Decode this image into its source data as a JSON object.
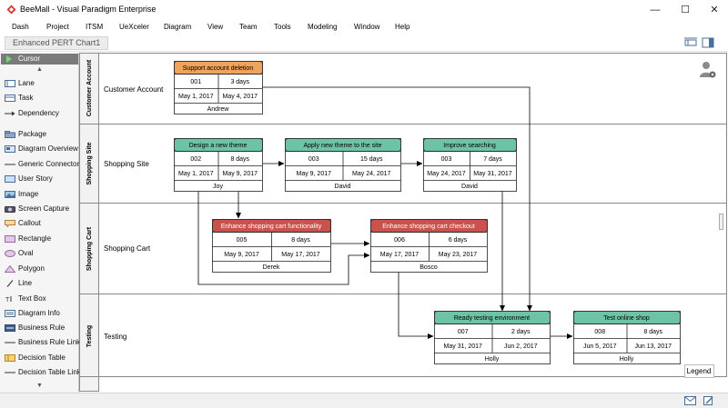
{
  "window": {
    "title": "BeeMall - Visual Paradigm Enterprise",
    "minimize": "—",
    "maximize": "☐",
    "close": "✕"
  },
  "menu": [
    "Dash",
    "Project",
    "ITSM",
    "UeXceler",
    "Diagram",
    "View",
    "Team",
    "Tools",
    "Modeling",
    "Window",
    "Help"
  ],
  "breadcrumb": {
    "chart_tab": "Enhanced PERT Chart1"
  },
  "palette": {
    "cursor": "Cursor",
    "items": [
      "Lane",
      "Task",
      "Dependency",
      "Package",
      "Diagram Overview",
      "Generic Connector",
      "User Story",
      "Image",
      "Screen Capture",
      "Callout",
      "Rectangle",
      "Oval",
      "Polygon",
      "Line",
      "Text Box",
      "Diagram Info",
      "Business Rule",
      "Business Rule Link",
      "Decision Table",
      "Decision Table Link"
    ]
  },
  "lanes": [
    {
      "label": "Customer Account",
      "name": "Customer Account"
    },
    {
      "label": "Shopping Site",
      "name": "Shopping Site"
    },
    {
      "label": "Shopping Cart",
      "name": "Shopping Cart"
    },
    {
      "label": "Testing",
      "name": "Testing"
    }
  ],
  "tasks": [
    {
      "title": "Support account deletion",
      "id": "001",
      "duration": "3 days",
      "start": "May 1, 2017",
      "end": "May 4, 2017",
      "owner": "Andrew",
      "color": "#f0a35a"
    },
    {
      "title": "Design a new theme",
      "id": "002",
      "duration": "8 days",
      "start": "May 1, 2017",
      "end": "May 9, 2017",
      "owner": "Joy",
      "color": "#6dc4a4"
    },
    {
      "title": "Apply new theme to the site",
      "id": "003",
      "duration": "15 days",
      "start": "May 9, 2017",
      "end": "May 24, 2017",
      "owner": "David",
      "color": "#6dc4a4"
    },
    {
      "title": "Improve searching",
      "id": "003",
      "duration": "7 days",
      "start": "May 24, 2017",
      "end": "May 31, 2017",
      "owner": "David",
      "color": "#6dc4a4"
    },
    {
      "title": "Enhance shopping cart functionality",
      "id": "005",
      "duration": "8 days",
      "start": "May 9, 2017",
      "end": "May 17, 2017",
      "owner": "Derek",
      "color": "#c9524d"
    },
    {
      "title": "Enhance shopping cart checkout",
      "id": "006",
      "duration": "6 days",
      "start": "May 17, 2017",
      "end": "May 23, 2017",
      "owner": "Bosco",
      "color": "#c9524d"
    },
    {
      "title": "Ready testing environment",
      "id": "007",
      "duration": "2 days",
      "start": "May 31, 2017",
      "end": "Jun 2, 2017",
      "owner": "Holly",
      "color": "#6dc4a4"
    },
    {
      "title": "Test online shop",
      "id": "008",
      "duration": "8 days",
      "start": "Jun 5, 2017",
      "end": "Jun 13, 2017",
      "owner": "Holly",
      "color": "#6dc4a4"
    }
  ],
  "legend": "Legend"
}
